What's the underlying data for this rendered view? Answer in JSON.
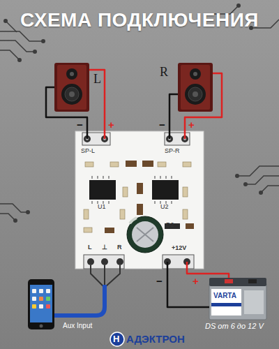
{
  "diagram": {
    "title": "СХЕМА ПОДКЛЮЧЕНИЯ",
    "nodes": [
      {
        "text": [
          "L"
        ]
      },
      {
        "text": [
          "R"
        ]
      },
      {
        "text": [
          "SP-L",
          "SP-R",
          "U1",
          "U2",
          "D2",
          "+12V",
          "L",
          "⊥",
          "R"
        ]
      },
      {
        "text": [
          "VARTA",
          "DS от 6 до 12 V"
        ]
      }
    ],
    "edges": [
      {
        "from": 2,
        "to": 0,
        "label": "−",
        "arrow": "none"
      },
      {
        "from": 2,
        "to": 0,
        "label": "+",
        "arrow": "none"
      },
      {
        "from": 2,
        "to": 1,
        "label": "−",
        "arrow": "none"
      },
      {
        "from": 2,
        "to": 1,
        "label": "+",
        "arrow": "none"
      },
      {
        "from": 2,
        "to": 3,
        "label": "−",
        "arrow": "none"
      },
      {
        "from": 2,
        "to": 3,
        "label": "+",
        "arrow": "none"
      }
    ],
    "labels": [
      "Aux Input",
      "Н",
      "АДЭКТРОН"
    ]
  }
}
